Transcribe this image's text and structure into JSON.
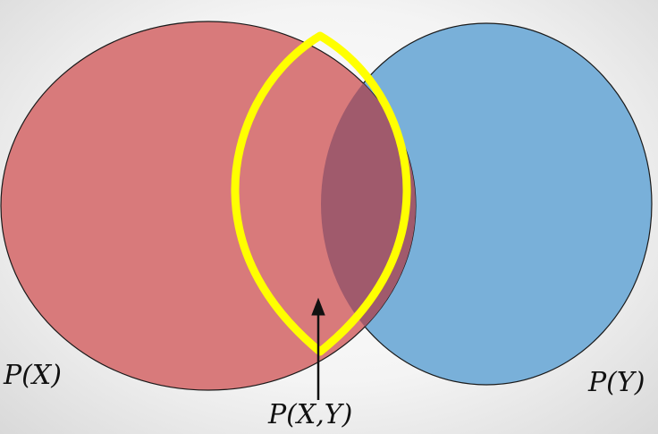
{
  "diagram": {
    "sets": [
      {
        "id": "x",
        "label": "P(X)",
        "fill": "#d87a7b"
      },
      {
        "id": "y",
        "label": "P(Y)",
        "fill": "#79b0d9"
      }
    ],
    "intersection": {
      "label": "P(X,Y)",
      "fill": "#a05a6c",
      "outline": "#ffff00"
    },
    "colors": {
      "stroke": "#1a1a1a",
      "arrow": "#111111"
    }
  }
}
